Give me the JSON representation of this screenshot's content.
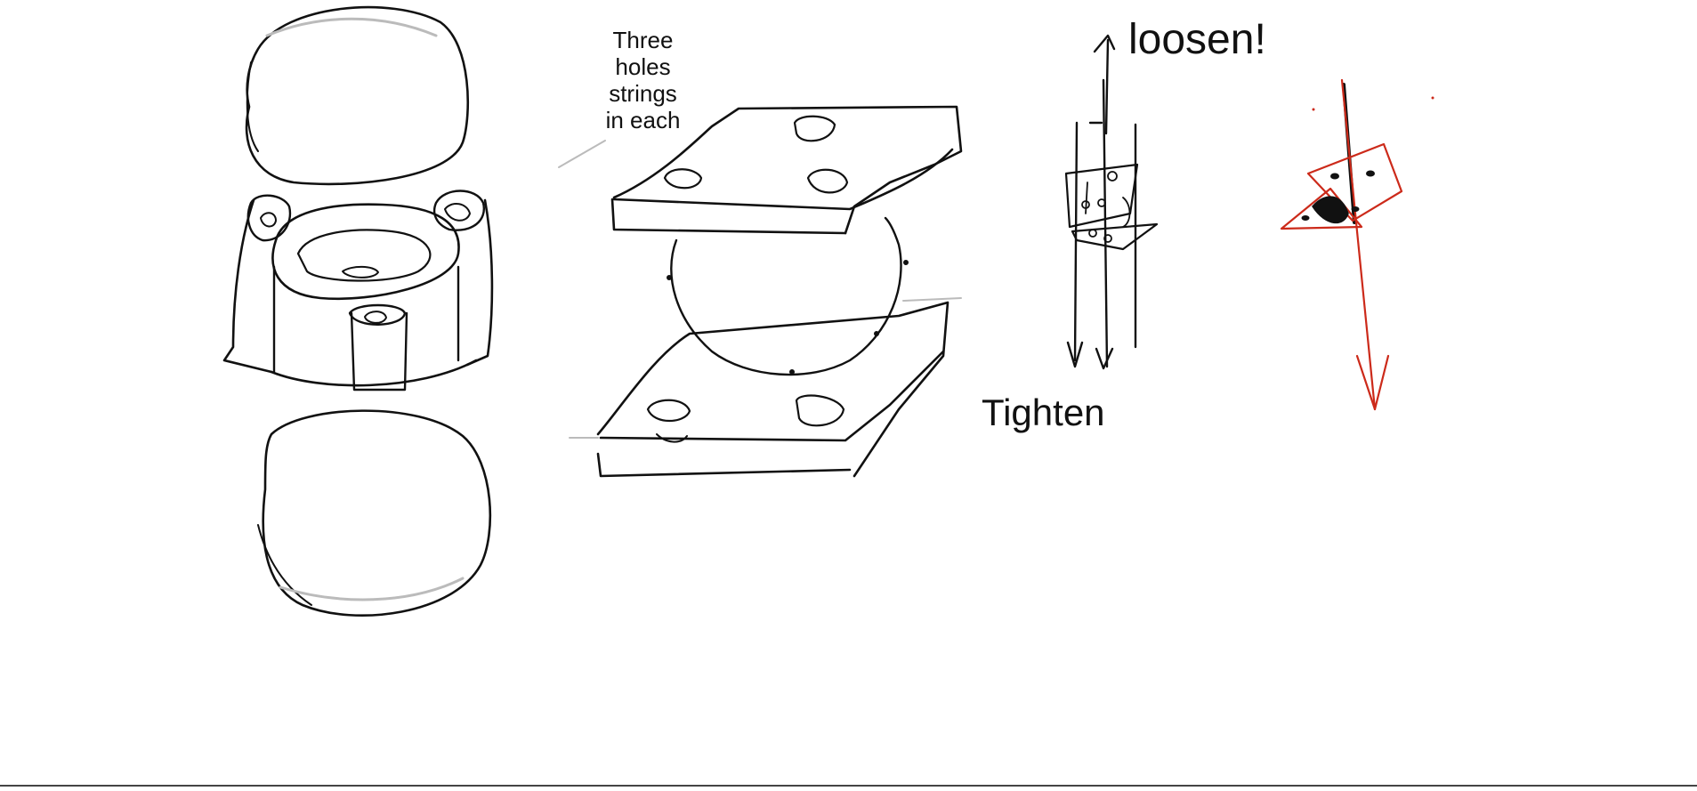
{
  "canvas": {
    "background": "#ffffff",
    "ink_color": "#111111",
    "accent_color": "#cc2a1a"
  },
  "annotations": {
    "note_lines": [
      "Three",
      "holes",
      "strings",
      "in each"
    ],
    "loosen": "loosen!",
    "tighten": "Tighten"
  },
  "figures": [
    {
      "name": "exploded-cup-assembly",
      "parts": [
        "top-disc",
        "cup-with-lugs",
        "bottom-disc"
      ]
    },
    {
      "name": "plate-and-sphere-assembly",
      "parts": [
        "upper-plate",
        "sphere",
        "lower-plate"
      ]
    },
    {
      "name": "side-view-black",
      "arrows": [
        "up-arrow",
        "down-arrow"
      ]
    },
    {
      "name": "side-view-red",
      "arrows": [
        "down-arrow"
      ]
    }
  ]
}
